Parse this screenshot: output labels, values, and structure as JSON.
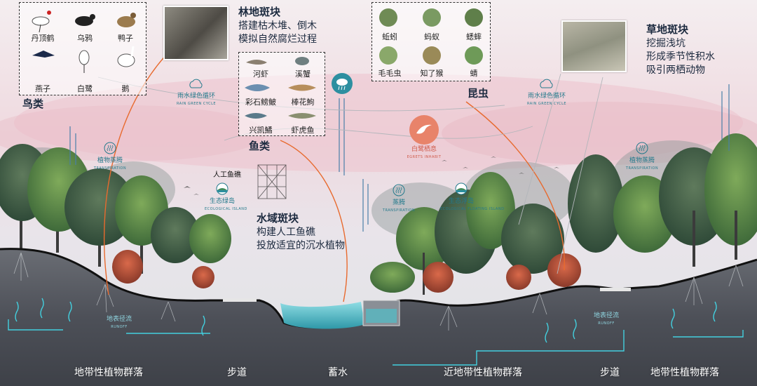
{
  "colors": {
    "sky": "#f1e7ea",
    "ground": "#4c4f57",
    "water": "#57c6d0",
    "accent": "#f07a3a",
    "blue_text": "#247a8c"
  },
  "birds": {
    "heading": "鸟类",
    "items": [
      "丹顶鹤",
      "乌鸦",
      "鸭子",
      "燕子",
      "白鹭",
      "鹅"
    ]
  },
  "fish": {
    "heading": "鱼类",
    "items": [
      "河虾",
      "溪蟹",
      "彩石鳑鲏",
      "棒花鮈",
      "兴凯鱊",
      "虾虎鱼"
    ]
  },
  "insects": {
    "heading": "昆虫",
    "items": [
      "蚯蚓",
      "蚂蚁",
      "蟋蟀",
      "毛毛虫",
      "知了猴",
      "蜻"
    ]
  },
  "patches": {
    "forest": {
      "title": "林地斑块",
      "line1": "搭建枯木堆、倒木",
      "line2": "模拟自然腐烂过程"
    },
    "grass": {
      "title": "草地斑块",
      "line1": "挖掘浅坑",
      "line2": "形成季节性积水",
      "line3": "吸引两栖动物"
    },
    "water": {
      "title": "水域斑块",
      "line1": "构建人工鱼礁",
      "line2": "投放适宜的沉水植物"
    }
  },
  "reef_label": "人工鱼礁",
  "tags": {
    "rain_left": {
      "cn": "雨水绿色循环",
      "en": "RAIN GREEN CYCLE"
    },
    "rain_right": {
      "cn": "雨水绿色循环",
      "en": "RAIN GREEN CYCLE"
    },
    "trans_left": {
      "cn": "植物蒸腾",
      "en": "TRANSPIRATION"
    },
    "trans_mid": {
      "cn": "蒸腾",
      "en": "TRANSPIRATION"
    },
    "trans_right": {
      "cn": "植物蒸腾",
      "en": "TRANSPIRATION"
    },
    "eco_left": {
      "cn": "生态绿岛",
      "en": "ECOLOGICAL ISLAND"
    },
    "eco_mid": {
      "cn": "生态浮岛",
      "en": "ECOLOGICAL FLOATING ISLAND"
    },
    "egret": {
      "cn": "白鹭栖息",
      "en": "EGRETS INHABIT"
    },
    "infil_left": {
      "cn": "地表径流",
      "en": "RUNOFF"
    },
    "infil_right": {
      "cn": "地表径流",
      "en": "RUNOFF"
    }
  },
  "bottom": [
    "地带性植物群落",
    "步道",
    "蓄水",
    "近地带性植物群落",
    "步道",
    "地带性植物群落"
  ],
  "icons": {
    "rain": "rain-cloud-icon",
    "cloud": "cloud-icon",
    "steam": "steam-icon",
    "island": "island-icon",
    "egret": "egret-icon"
  }
}
